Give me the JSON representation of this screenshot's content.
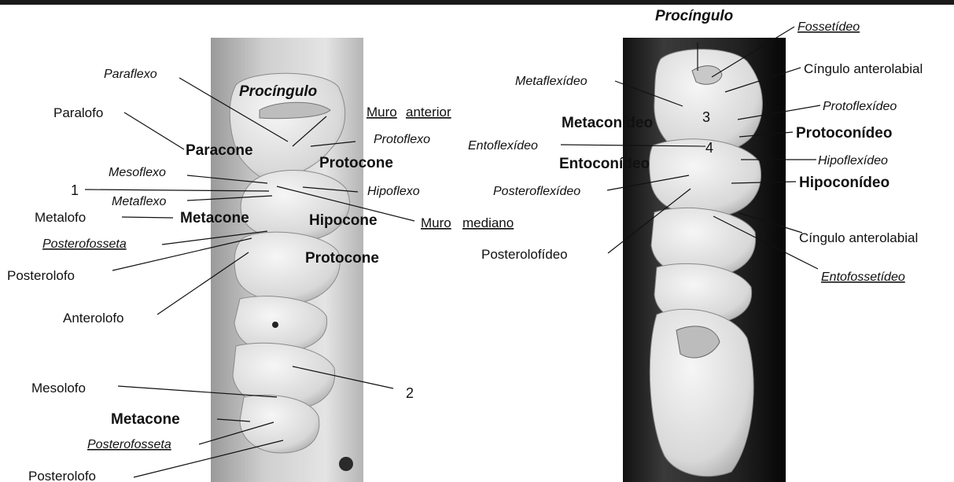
{
  "left_panel": {
    "labels": {
      "procingulo": "Procíngulo",
      "paraflexo": "Paraflexo",
      "paralofo": "Paralofo",
      "paracone": "Paracone",
      "muro": "Muro",
      "anterior": "anterior",
      "protoflexo": "Protoflexo",
      "protocone": "Protocone",
      "mesoflexo": "Mesoflexo",
      "n1": "1",
      "hipoflexo": "Hipoflexo",
      "metaflexo": "Metaflexo",
      "metalofo": "Metalofo",
      "metacone": "Metacone",
      "hipocone": "Hipocone",
      "muro_mediano_muro": "Muro",
      "mediano": "mediano",
      "posterofosseta": "Posterofosseta",
      "posterolofo": "Posterolofo",
      "protocone2": "Protocone",
      "anterolofo": "Anterolofo",
      "mesolofo": "Mesolofo",
      "n2": "2",
      "metacone2": "Metacone",
      "posterofosseta2": "Posterofosseta",
      "posterolofo2": "Posterolofo"
    }
  },
  "right_panel": {
    "labels": {
      "procingulo": "Procíngulo",
      "fossetideo": "Fossetídeo",
      "cingulo_anterolabial": "Cíngulo anterolabial",
      "metaflexideo": "Metaflexídeo",
      "protoflexideo": "Protoflexídeo",
      "metaconideo": "Metaconídeo",
      "n3": "3",
      "protoconideo": "Protoconídeo",
      "entoflexideo": "Entoflexídeo",
      "n4": "4",
      "entoconideo": "Entoconídeo",
      "hipoflexideo": "Hipoflexídeo",
      "posteroflexideo": "Posteroflexídeo",
      "hipoconideo": "Hipoconídeo",
      "cingulo_anterolabial2": "Cíngulo anterolabial",
      "posterolofideo": "Posterolofídeo",
      "entofossetideo": "Entofossetídeo"
    }
  },
  "colors": {
    "background": "#ffffff",
    "label": "#111111",
    "top_bar": "#1a1a1a"
  }
}
